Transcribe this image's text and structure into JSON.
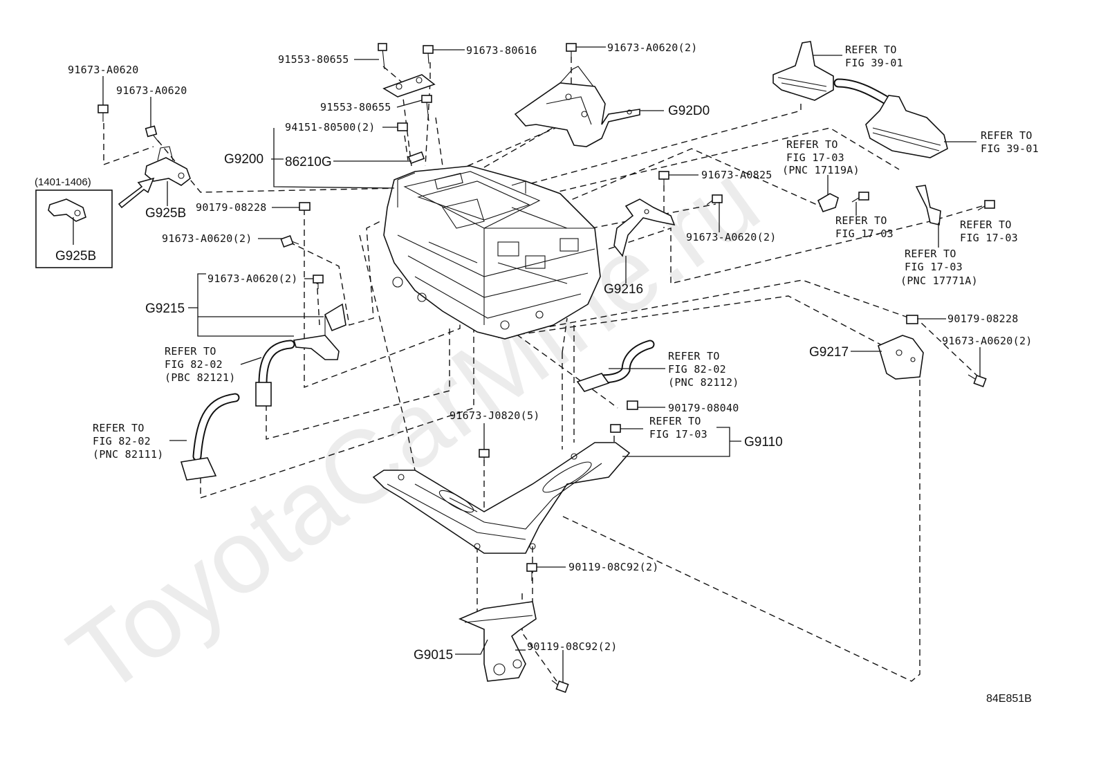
{
  "watermark": "ToyotaCarMine.ru",
  "diagram_id": "84E851B",
  "inset": {
    "range": "(1401-1406)",
    "part": "G925B"
  },
  "labels": {
    "p_91673_A0620_a": "91673-A0620",
    "p_91673_A0620_b": "91673-A0620",
    "p_91553_80655_a": "91553-80655",
    "p_91673_80616": "91673-80616",
    "p_91673_A0620_2_top": "91673-A0620(2)",
    "p_91553_80655_b": "91553-80655",
    "p_94151_80500": "94151-80500(2)",
    "p_86210G": "86210G",
    "p_90179_08228_a": "90179-08228",
    "p_91673_A0620_2_left1": "91673-A0620(2)",
    "p_91673_A0620_2_left2": "91673-A0620(2)",
    "p_91673_A0825": "91673-A0825",
    "p_91673_A0620_2_mid": "91673-A0620(2)",
    "p_90179_08228_b": "90179-08228",
    "p_91673_A0620_2_right": "91673-A0620(2)",
    "p_90179_08040": "90179-08040",
    "p_91673_J0820": "91673-J0820(5)",
    "p_90119_08C92_a": "90119-08C92(2)",
    "p_90119_08C92_b": "90119-08C92(2)"
  },
  "groups": {
    "G925B": "G925B",
    "G9200": "G9200",
    "G92D0": "G92D0",
    "G9215": "G9215",
    "G9216": "G9216",
    "G9217": "G9217",
    "G9110": "G9110",
    "G9015": "G9015"
  },
  "refs": {
    "fig3901_a": [
      "REFER TO",
      "FIG 39-01"
    ],
    "fig3901_b": [
      "REFER TO",
      "FIG 39-01"
    ],
    "fig1703_a": [
      "REFER TO",
      "FIG 17-03",
      "(PNC 17119A)"
    ],
    "fig1703_b": [
      "REFER TO",
      "FIG 17-03"
    ],
    "fig1703_c": [
      "REFER TO",
      "FIG 17-03"
    ],
    "fig1703_d": [
      "REFER TO",
      "FIG 17-03",
      "(PNC 17771A)"
    ],
    "fig8202_a": [
      "REFER TO",
      "FIG 82-02",
      "(PBC 82121)"
    ],
    "fig8202_b": [
      "REFER TO",
      "FIG 82-02",
      "(PNC 82112)"
    ],
    "fig8202_c": [
      "REFER TO",
      "FIG 82-02",
      "(PNC 82111)"
    ],
    "fig1703_e": [
      "REFER TO",
      "FIG 17-03"
    ]
  }
}
